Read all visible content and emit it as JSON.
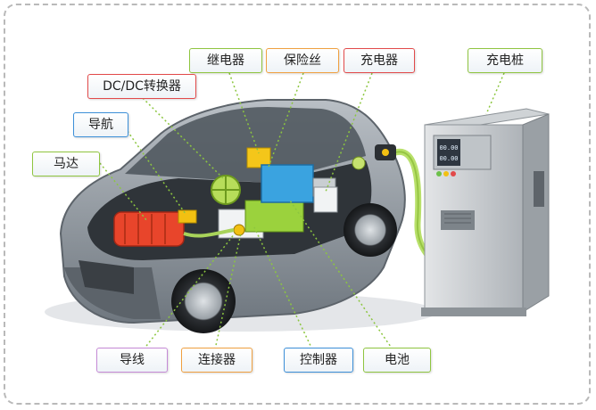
{
  "labels": {
    "relay": "继电器",
    "fuse": "保险丝",
    "charger": "充电器",
    "charging_pile": "充电桩",
    "dcdc": "DC/DC转换器",
    "navigation": "导航",
    "motor": "马达",
    "wire": "导线",
    "connector": "连接器",
    "controller": "控制器",
    "battery": "电池"
  },
  "pile_display": [
    "00.00",
    "00.00"
  ],
  "colors": {
    "leader_line": "#8cc63f",
    "battery": "#3aa3e0",
    "motor": "#e8452b",
    "car_body": "#8e969e"
  }
}
